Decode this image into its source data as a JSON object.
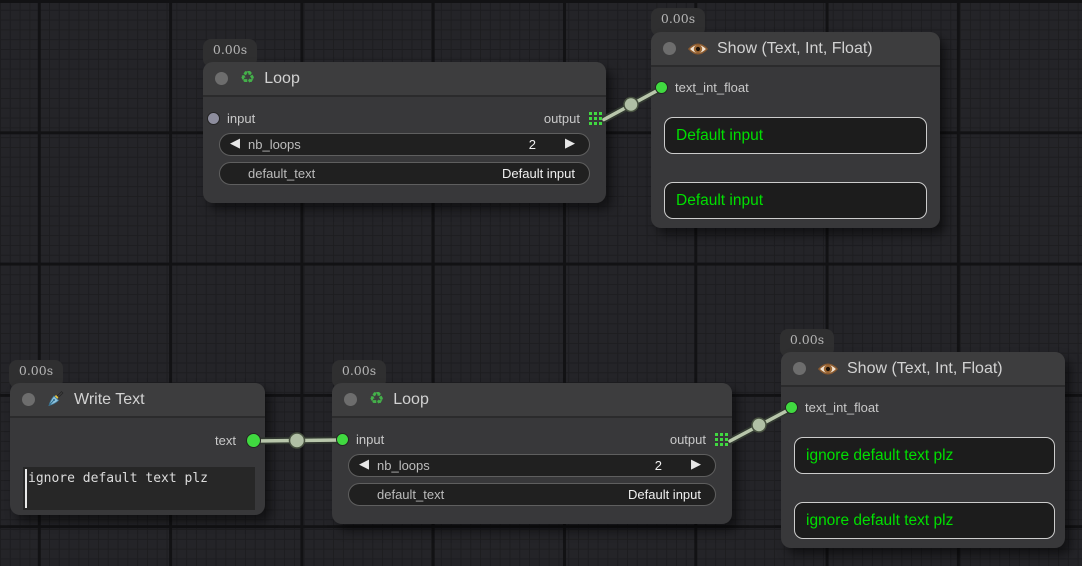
{
  "canvas": {
    "colors": {
      "background": "#242428",
      "grid_fine": "#1d1d20",
      "grid_major": "#121214",
      "node_body": "#38383a",
      "node_header": "#3d3d3e",
      "widget_bg": "#202020",
      "widget_border": "#5f5f5f",
      "display_box_bg": "#1c1c1c",
      "display_box_border": "#cccccc",
      "display_text_green": "#00DF00",
      "wire": "#b8c6ab",
      "slot_connected_green": "#40d940",
      "slot_unconnected_gray": "#8d8d9d"
    },
    "icons": {
      "recycle": "♻",
      "arrow_left": "◀",
      "arrow_right": "▶"
    }
  },
  "nodes": [
    {
      "badge": "0.00s",
      "title": "Loop",
      "input_label": "input",
      "output_label": "output",
      "widgets": [
        {
          "label": "nb_loops",
          "value": "2"
        },
        {
          "label": "default_text",
          "value": "Default input"
        }
      ]
    },
    {
      "badge": "0.00s",
      "title": "Show (Text, Int, Float)",
      "input_label": "text_int_float",
      "boxes": [
        "Default input",
        "Default input"
      ]
    },
    {
      "badge": "0.00s",
      "title": "Write Text",
      "output_label": "text",
      "textarea": "ignore default text plz"
    },
    {
      "badge": "0.00s",
      "title": "Loop",
      "input_label": "input",
      "output_label": "output",
      "widgets": [
        {
          "label": "nb_loops",
          "value": "2"
        },
        {
          "label": "default_text",
          "value": "Default input"
        }
      ]
    },
    {
      "badge": "0.00s",
      "title": "Show (Text, Int, Float)",
      "input_label": "text_int_float",
      "boxes": [
        "ignore default text plz",
        "ignore default text plz"
      ]
    }
  ]
}
